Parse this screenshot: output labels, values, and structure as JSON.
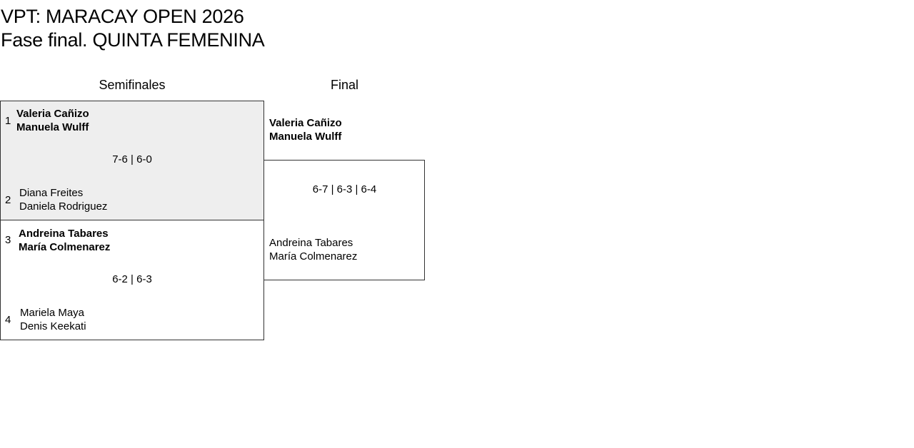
{
  "title": "VPT: MARACAY OPEN 2026",
  "subtitle": "Fase final. QUINTA FEMENINA",
  "rounds": [
    "Semifinales",
    "Final"
  ],
  "semis": [
    {
      "score": "7-6 | 6-0",
      "top": {
        "seed": "1",
        "p1": "Valeria Cañizo",
        "p2": "Manuela Wulff"
      },
      "bottom": {
        "seed": "2",
        "p1": "Diana Freites",
        "p2": "Daniela Rodriguez"
      }
    },
    {
      "score": "6-2 | 6-3",
      "top": {
        "seed": "3",
        "p1": "Andreina Tabares",
        "p2": "María Colmenarez"
      },
      "bottom": {
        "seed": "4",
        "p1": "Mariela Maya",
        "p2": "Denis Keekati"
      }
    }
  ],
  "final": {
    "score": "6-7 | 6-3 | 6-4",
    "top": {
      "p1": "Valeria Cañizo",
      "p2": "Manuela Wulff"
    },
    "bottom": {
      "p1": "Andreina Tabares",
      "p2": "María Colmenarez"
    }
  }
}
